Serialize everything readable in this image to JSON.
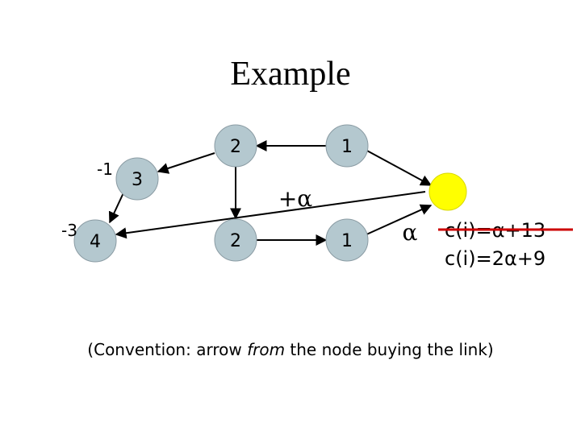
{
  "title": "Example",
  "nodes": {
    "n3": {
      "label": "3",
      "side_label": "-1"
    },
    "n4": {
      "label": "4",
      "side_label": "-3"
    },
    "top2": {
      "label": "2"
    },
    "top1": {
      "label": "1"
    },
    "bot2": {
      "label": "2"
    },
    "bot1": {
      "label": "1"
    }
  },
  "edge_label_plus_alpha": "+α",
  "edge_label_alpha": "α",
  "cost_struck": "c(i)=α+13",
  "cost_new": "c(i)=2α+9",
  "caption": {
    "before": "(Convention: arrow ",
    "emphasis": "from",
    "after": " the node buying the link)"
  },
  "colors": {
    "node_fill": "#b4c8cf",
    "node_stroke": "#8a9ba3",
    "highlight_fill": "#ffff00",
    "strike": "#cc0000",
    "edge": "#000000"
  }
}
